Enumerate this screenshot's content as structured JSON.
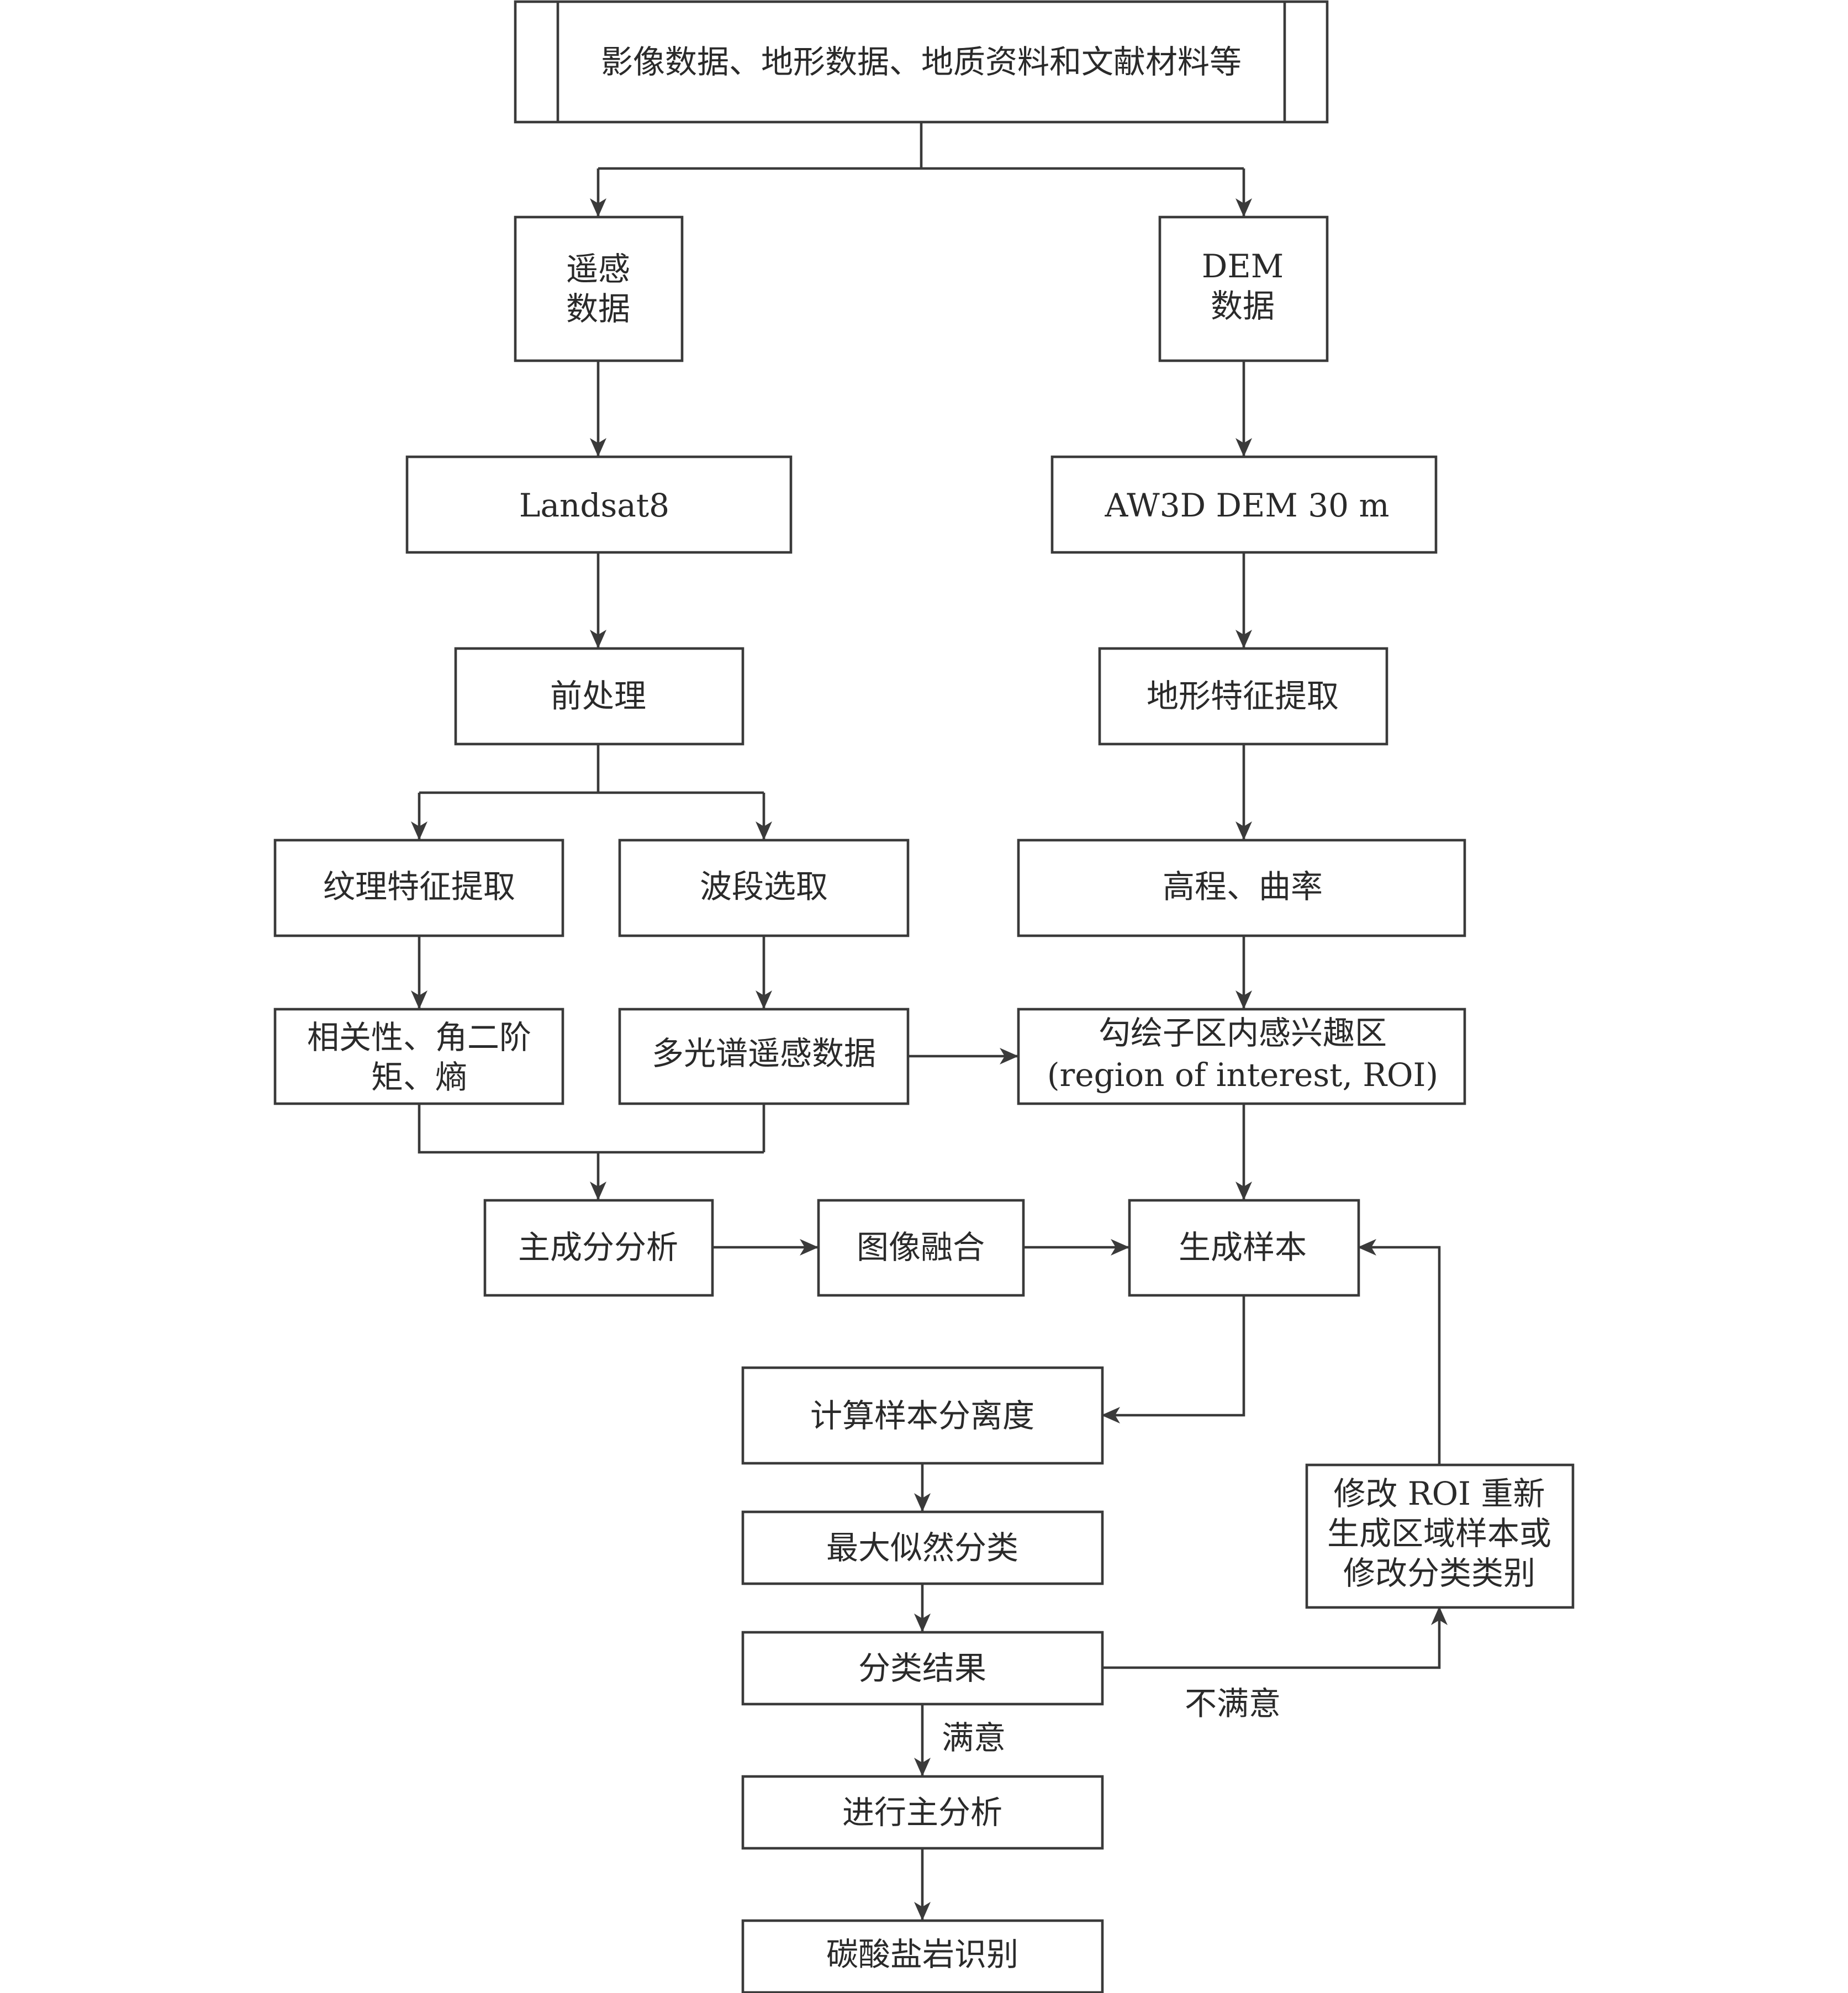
{
  "diagram": {
    "type": "flowchart",
    "colors": {
      "line": "#3a3a3a",
      "text": "#2a2a2a",
      "background": "#ffffff"
    },
    "nodes": {
      "source_data": "影像数据、地形数据、地质资料和文献材料等",
      "remote_sensing_line1": "遥感",
      "remote_sensing_line2": "数据",
      "dem_line1": "DEM",
      "dem_line2": "数据",
      "landsat8": "Landsat8",
      "aw3d": "AW3D DEM 30 m",
      "preprocessing": "前处理",
      "terrain_feature": "地形特征提取",
      "texture_feature": "纹理特征提取",
      "band_selection": "波段选取",
      "elevation_curvature": "高程、曲率",
      "texture_metrics_line1": "相关性、角二阶",
      "texture_metrics_line2": "矩、熵",
      "multispectral": "多光谱遥感数据",
      "roi_line1": "勾绘子区内感兴趣区",
      "roi_line2": "(region of interest, ROI)",
      "pca": "主成分分析",
      "image_fusion": "图像融合",
      "generate_samples": "生成样本",
      "sample_separability": "计算样本分离度",
      "max_likelihood": "最大似然分类",
      "modify_line1": "修改 ROI 重新",
      "modify_line2": "生成区域样本或",
      "modify_line3": "修改分类类别",
      "classification_result": "分类结果",
      "principal_analysis": "进行主分析",
      "carbonate_identification": "碳酸盐岩识别"
    },
    "edge_labels": {
      "unsatisfied": "不满意",
      "satisfied": "满意"
    }
  }
}
